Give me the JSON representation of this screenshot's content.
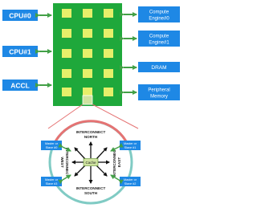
{
  "processors": {
    "cpu0": "CPU#0",
    "cpu1": "CPU#1",
    "accl": "ACCL"
  },
  "resources": {
    "engine0": [
      "Compute",
      "Engine#0"
    ],
    "engine1": [
      "Compute",
      "Engine#1"
    ],
    "dram": "DRAM",
    "peripheral": [
      "Peripheral",
      "Memory"
    ]
  },
  "interconnect": {
    "north": [
      "INTERCONNECT",
      "NORTH"
    ],
    "south": [
      "INTERCONNECT",
      "SOUTH"
    ],
    "east": [
      "INTERCONNECT",
      "EAST"
    ],
    "west": [
      "INTERCONNECT",
      "WEST"
    ],
    "center": "Cache"
  },
  "ports": {
    "top_left": [
      "Master or",
      "Slave #0"
    ],
    "top_right": [
      "Master or",
      "Slave #1"
    ],
    "bottom_left": [
      "Master or",
      "Slave #3"
    ],
    "bottom_right": [
      "Master or",
      "Slave #2"
    ]
  },
  "colors": {
    "blue_box": "#1e88e5",
    "green_arrow": "#43a047",
    "noc_green": "#1fa83b",
    "tile_fill": "#e6ef6a",
    "ring_red": "#e57373",
    "ring_teal": "#80cbc4"
  }
}
